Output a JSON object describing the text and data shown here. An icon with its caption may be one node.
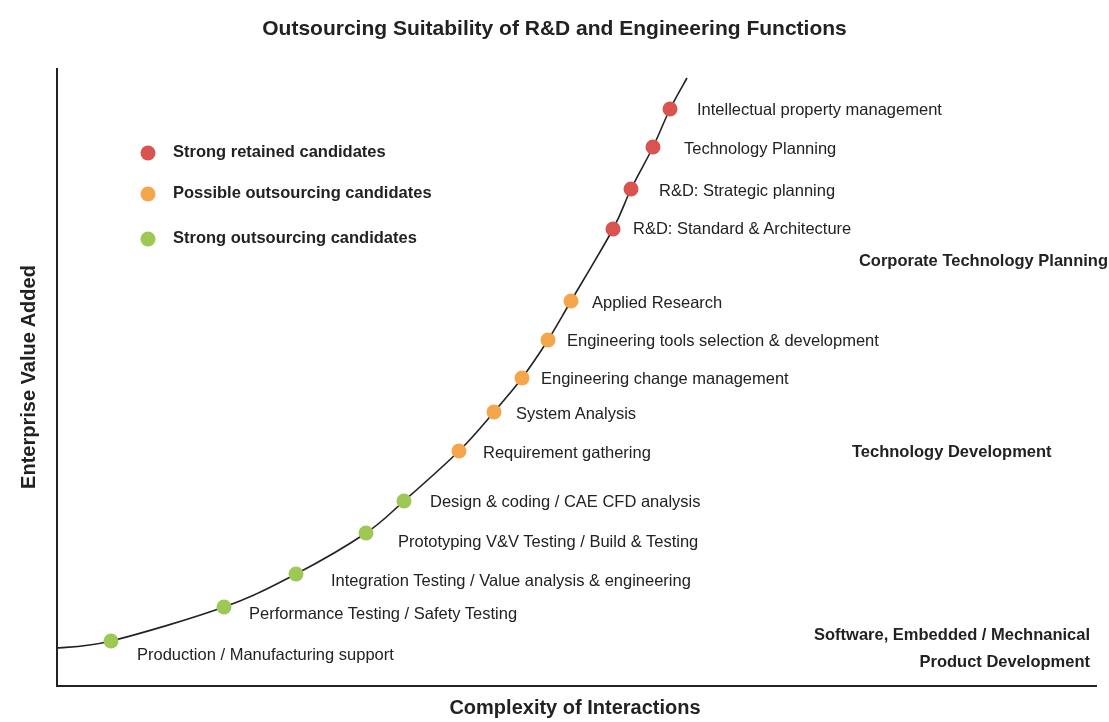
{
  "diagram": {
    "title": "Outsourcing Suitability of R&D and Engineering Functions",
    "labels": [
      "Intellectual property management",
      "Technology Planning",
      "R&D: Strategic planning",
      "R&D: Standard & Architecture",
      "Corporate Technology Planning",
      "Applied Research",
      "Engineering tools selection & development",
      "Engineering change management",
      "System Analysis",
      "Requirement gathering",
      "Technology Development",
      "Design & coding / CAE CFD analysis",
      "Prototyping V&V Testing / Build & Testing",
      "Integration Testing / Value analysis & engineering",
      "Performance Testing / Safety Testing",
      "Software, Embedded / Mechnanical Product Development",
      "Production / Manufacturing support",
      "Enterprise Value Added",
      "Complexity of Interactions"
    ],
    "legend": [
      {
        "text": "Strong retained candidates",
        "color": "#d9534f"
      },
      {
        "text": "Possible outsourcing candidates",
        "color": "#f5a54a"
      },
      {
        "text": "Strong outsourcing candidates",
        "color": "#9dc853"
      }
    ]
  }
}
